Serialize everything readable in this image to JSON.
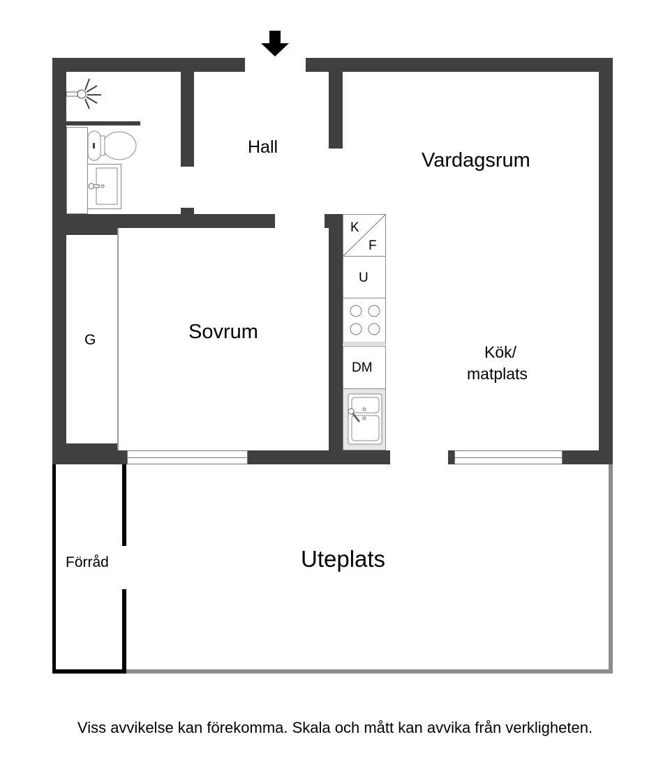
{
  "plan": {
    "rooms": {
      "hall": "Hall",
      "vardagsrum": "Vardagsrum",
      "sovrum": "Sovrum",
      "garderob": "G",
      "kok": "Kök/",
      "matplats": "matplats",
      "uteplats": "Uteplats",
      "forrad": "Förråd"
    },
    "kitchen": {
      "kyl": "K",
      "frys": "F",
      "ugn": "U",
      "diskmaskin": "DM"
    },
    "entrance_icon": "arrow-down-icon",
    "wall_color": "#404040"
  },
  "footer": {
    "disclaimer": "Viss avvikelse kan förekomma. Skala och mått kan avvika från verkligheten."
  }
}
